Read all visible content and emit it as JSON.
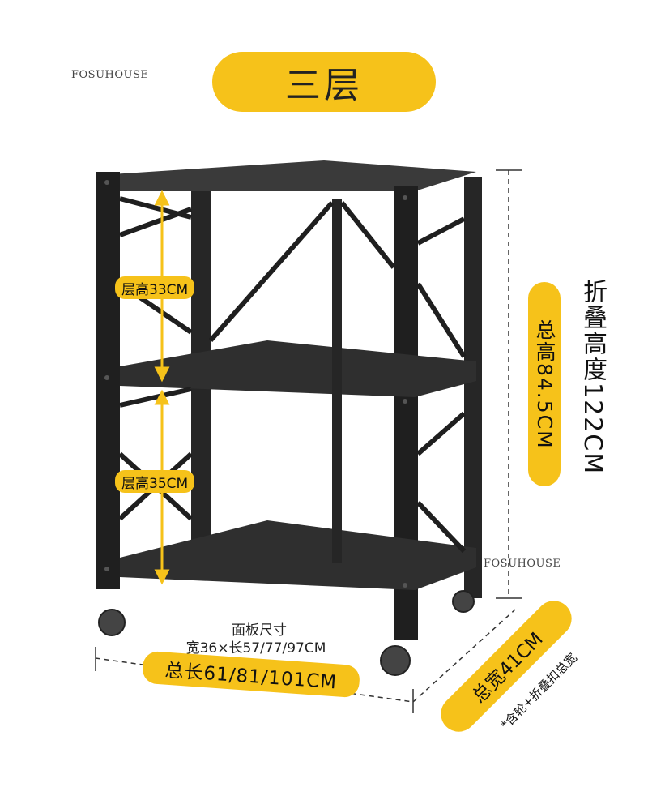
{
  "watermarks": [
    "FOSUHOUSE",
    "FOSUHOUSE"
  ],
  "title": "三层",
  "shelf_gap_top": "层高33CM",
  "shelf_gap_bottom": "层高35CM",
  "panel_size_label": "面板尺寸",
  "panel_size_value": "宽36×长57/77/97CM",
  "total_length": "总长61/81/101CM",
  "total_height": "总高84.5CM",
  "folded_height": "折叠高度122CM",
  "total_width": "总宽41CM",
  "width_note": "*含轮+折叠扣总宽",
  "colors": {
    "accent": "#f6c21a",
    "frame": "#1f1f1f",
    "dimension_line": "#333333"
  },
  "icons": [
    "shelf-rack-illustration",
    "caster-wheel-icon"
  ]
}
